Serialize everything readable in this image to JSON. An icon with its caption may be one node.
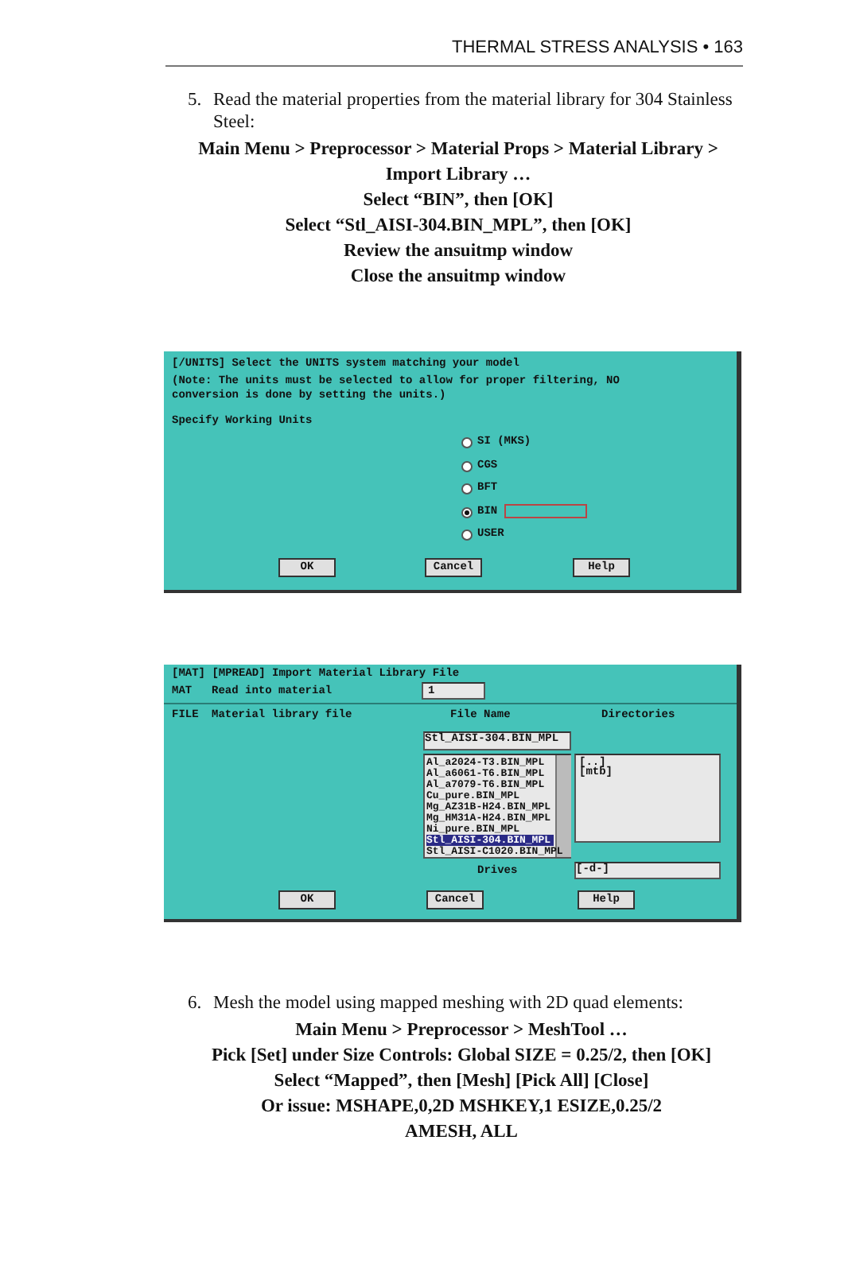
{
  "diagram": {
    "labels": [
      "THERMAL STRESS ANALYSIS • 163",
      "5.",
      "Read the material properties from the material library for 304 Stainless Steel:",
      "Main Menu > Preprocessor > Material Props > Material Library > Import Library …",
      "Select “BIN”, then [OK]",
      "Select “Stl_AISI-304.BIN_MPL”, then [OK]",
      "Review the ansuitmp window",
      "Close the ansuitmp window",
      "[/UNITS]  Select the UNITS system matching your model",
      "(Note: The units must be selected to allow for proper filtering, NO conversion is done by setting the units.)",
      "Specify Working Units",
      "SI (MKS)",
      "CGS",
      "BFT",
      "BIN",
      "USER",
      "OK",
      "Cancel",
      "Help",
      "[MAT] [MPREAD] Import Material Library File",
      "MAT",
      "Read into material",
      "1",
      "FILE",
      "Material library file",
      "File Name",
      "Directories",
      "Stl_AISI-304.BIN_MPL",
      "Al_a2024-T3.BIN_MPL",
      "Al_a6061-T6.BIN_MPL",
      "Al_a7079-T6.BIN_MPL",
      "Cu_pure.BIN_MPL",
      "Mg_AZ31B-H24.BIN_MPL",
      "Mg_HM31A-H24.BIN_MPL",
      "Ni_pure.BIN_MPL",
      "Stl_AISI-304.BIN_MPL",
      "Stl_AISI-C1020.BIN_MPL",
      "[..]",
      "[mtb]",
      "Drives",
      "[-d-]",
      "OK",
      "Cancel",
      "Help",
      "6.",
      "Mesh the model using mapped meshing with 2D quad elements:",
      "Main Menu > Preprocessor > MeshTool …",
      "Pick [Set] under Size Controls: Global SIZE = 0.25/2, then [OK]",
      "Select “Mapped”, then [Mesh] [Pick All] [Close]",
      "Or issue: MSHAPE,0,2D MSHKEY,1 ESIZE,0.25/2",
      "AMESH, ALL"
    ]
  }
}
